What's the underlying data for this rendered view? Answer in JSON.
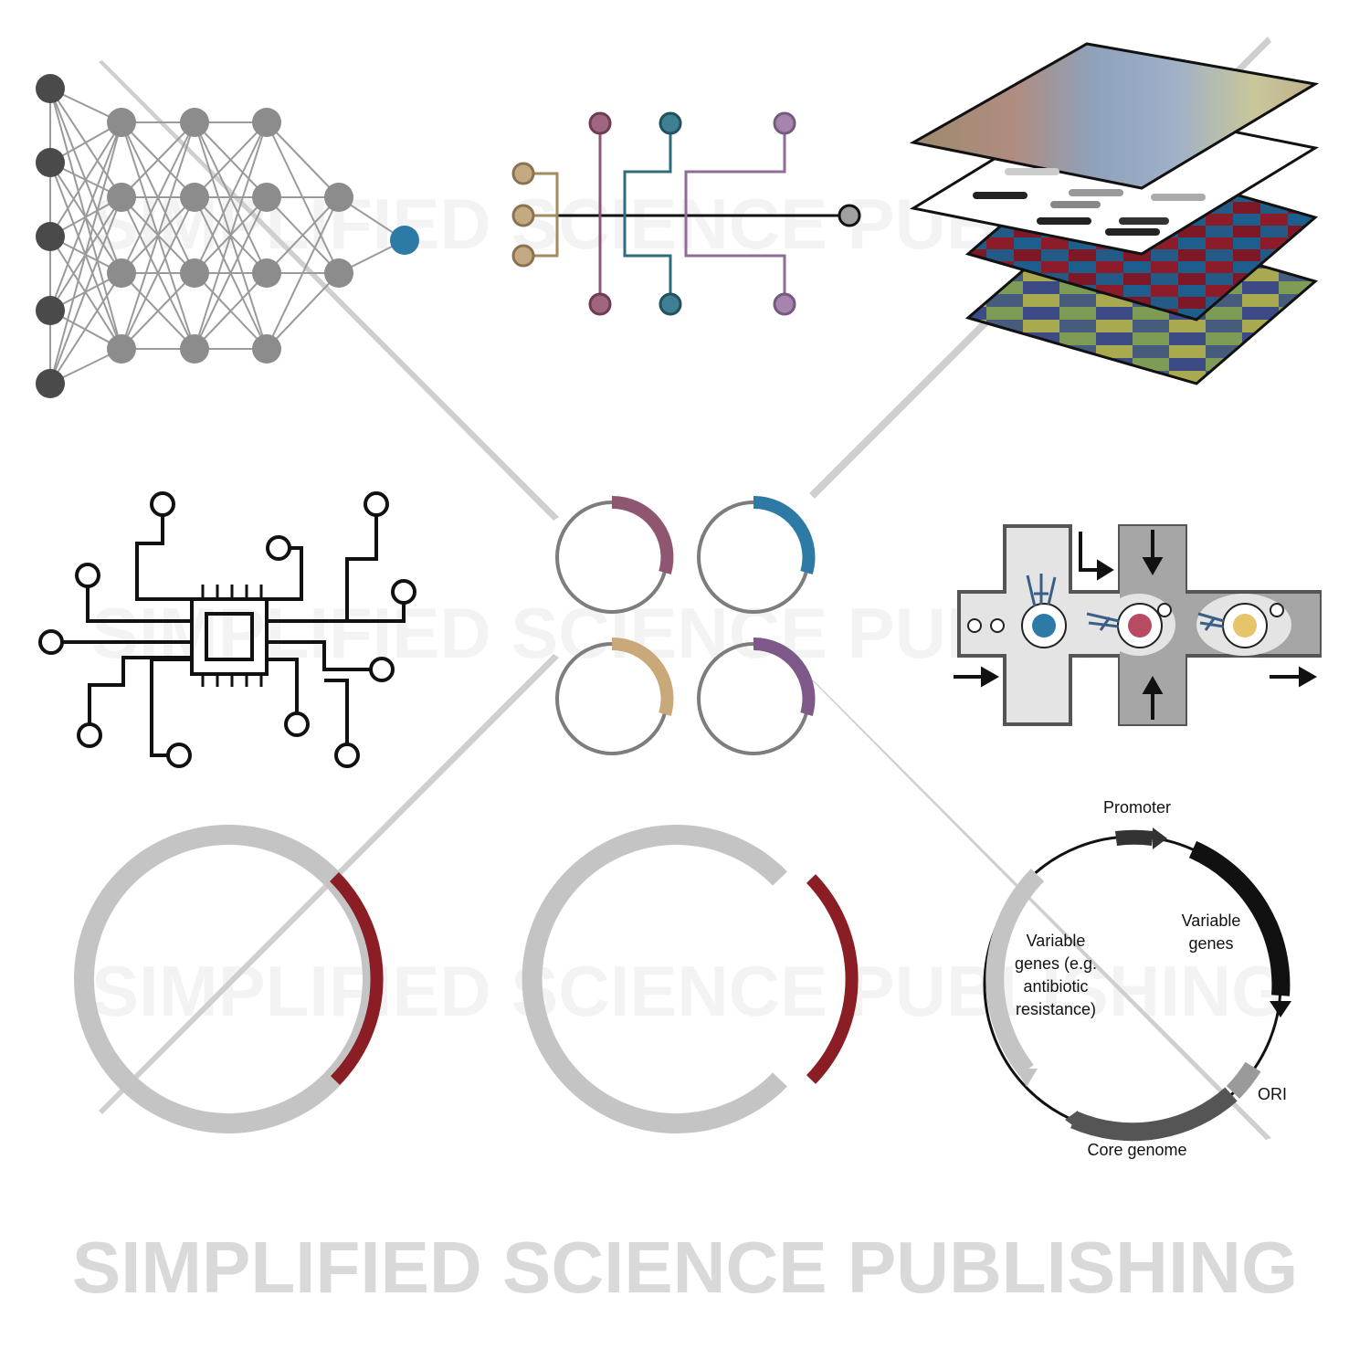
{
  "colors": {
    "line": "#cfcfcf",
    "node_dark": "#4a4a4a",
    "node_mid": "#8c8c8c",
    "node_output": "#2e7aa6",
    "arc_mauve": "#8e5670",
    "arc_blue": "#2e7aa6",
    "arc_tan": "#c9a87a",
    "arc_purple": "#7d5888",
    "plasmid_grey": "#c4c4c4",
    "plasmid_red": "#8b1d24"
  },
  "plasmid_map": {
    "promoter": "Promoter",
    "variable_genes_right": [
      "Variable",
      "genes"
    ],
    "variable_genes_left": [
      "Variable",
      "genes (e.g.",
      "antibiotic",
      "resistance)"
    ],
    "ori": "ORI",
    "core_genome": "Core genome"
  },
  "watermark": {
    "text": "SIMPLIFIED SCIENCE PUBLISHING"
  },
  "icons": [
    "neural-network-icon",
    "circuit-tree-icon",
    "data-layers-icon",
    "microchip-icon",
    "microfluidic-sorter-icon",
    "intact-plasmid-icon",
    "cut-plasmid-icon",
    "plasmid-map-icon"
  ]
}
